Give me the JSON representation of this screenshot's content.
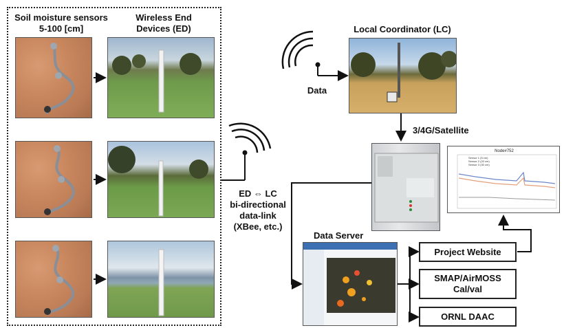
{
  "labels": {
    "soil_sensors": "Soil moisture sensors\n5-100 [cm]",
    "end_devices": "Wireless End\nDevices (ED)",
    "local_coordinator": "Local Coordinator (LC)",
    "data": "Data",
    "network": "3/4G/Satellite",
    "link": "ED ⇔ LC\nbi-directional\ndata-link\n(XBee, etc.)",
    "data_server": "Data Server"
  },
  "boxes": {
    "project_website": "Project Website",
    "smap": "SMAP/AirMOSS\nCal/val",
    "ornl": "ORNL DAAC"
  },
  "chart_thumb": {
    "title": "Node#752",
    "legend": [
      "Sensor 1 (5 cm)",
      "Sensor 2 (20 cm)",
      "Sensor 3 (30 cm)"
    ]
  },
  "colors": {
    "line": "#111111",
    "series": [
      "#6b86c9",
      "#e4a07a",
      "#9a9a9a"
    ]
  }
}
